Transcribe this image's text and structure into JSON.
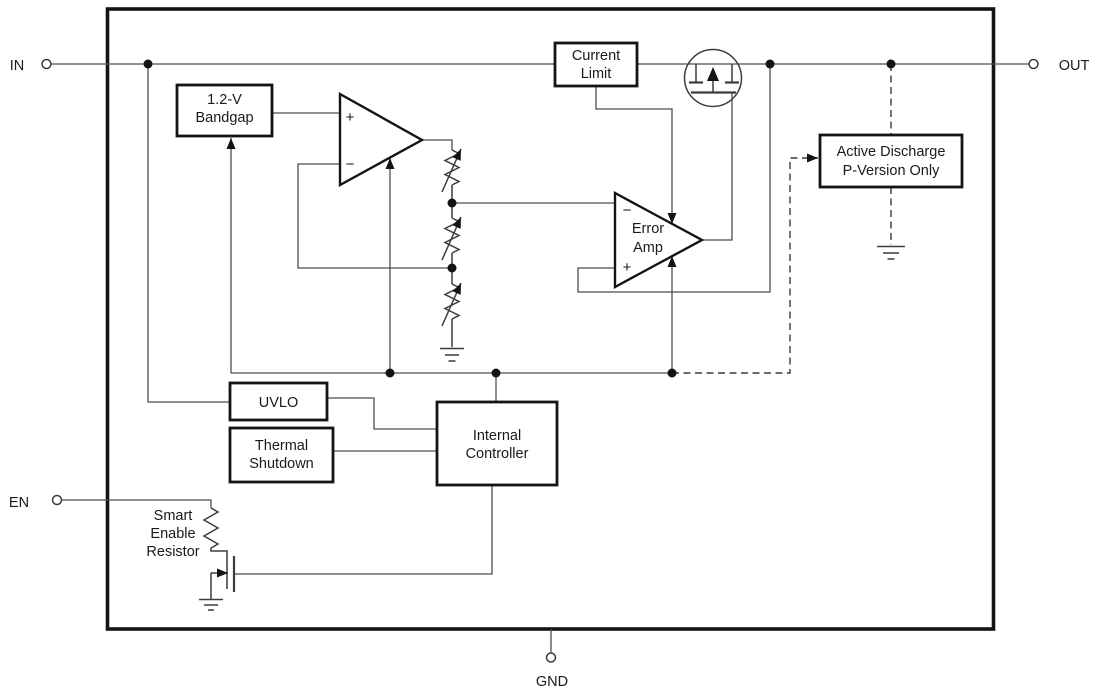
{
  "pins": {
    "in": "IN",
    "out": "OUT",
    "en": "EN",
    "gnd": "GND"
  },
  "blocks": {
    "bandgap": {
      "line1": "1.2-V",
      "line2": "Bandgap"
    },
    "current_limit": {
      "line1": "Current",
      "line2": "Limit"
    },
    "uvlo": {
      "label": "UVLO"
    },
    "thermal_shutdown": {
      "line1": "Thermal",
      "line2": "Shutdown"
    },
    "internal_controller": {
      "line1": "Internal",
      "line2": "Controller"
    },
    "active_discharge": {
      "line1": "Active Discharge",
      "line2": "P-Version Only"
    }
  },
  "amplifiers": {
    "bandgap_error_amp": {
      "plus_label": "+",
      "minus_label": "−"
    },
    "error_amp": {
      "name_line1": "Error",
      "name_line2": "Amp",
      "plus_label": "+",
      "minus_label": "−"
    }
  },
  "annotations": {
    "smart_enable_resistor": {
      "line1": "Smart",
      "line2": "Enable",
      "line3": "Resistor"
    }
  },
  "colors": {
    "wire": "#4d4d4d",
    "ink": "#141414",
    "text": "#1a1a1a",
    "background": "#ffffff"
  }
}
